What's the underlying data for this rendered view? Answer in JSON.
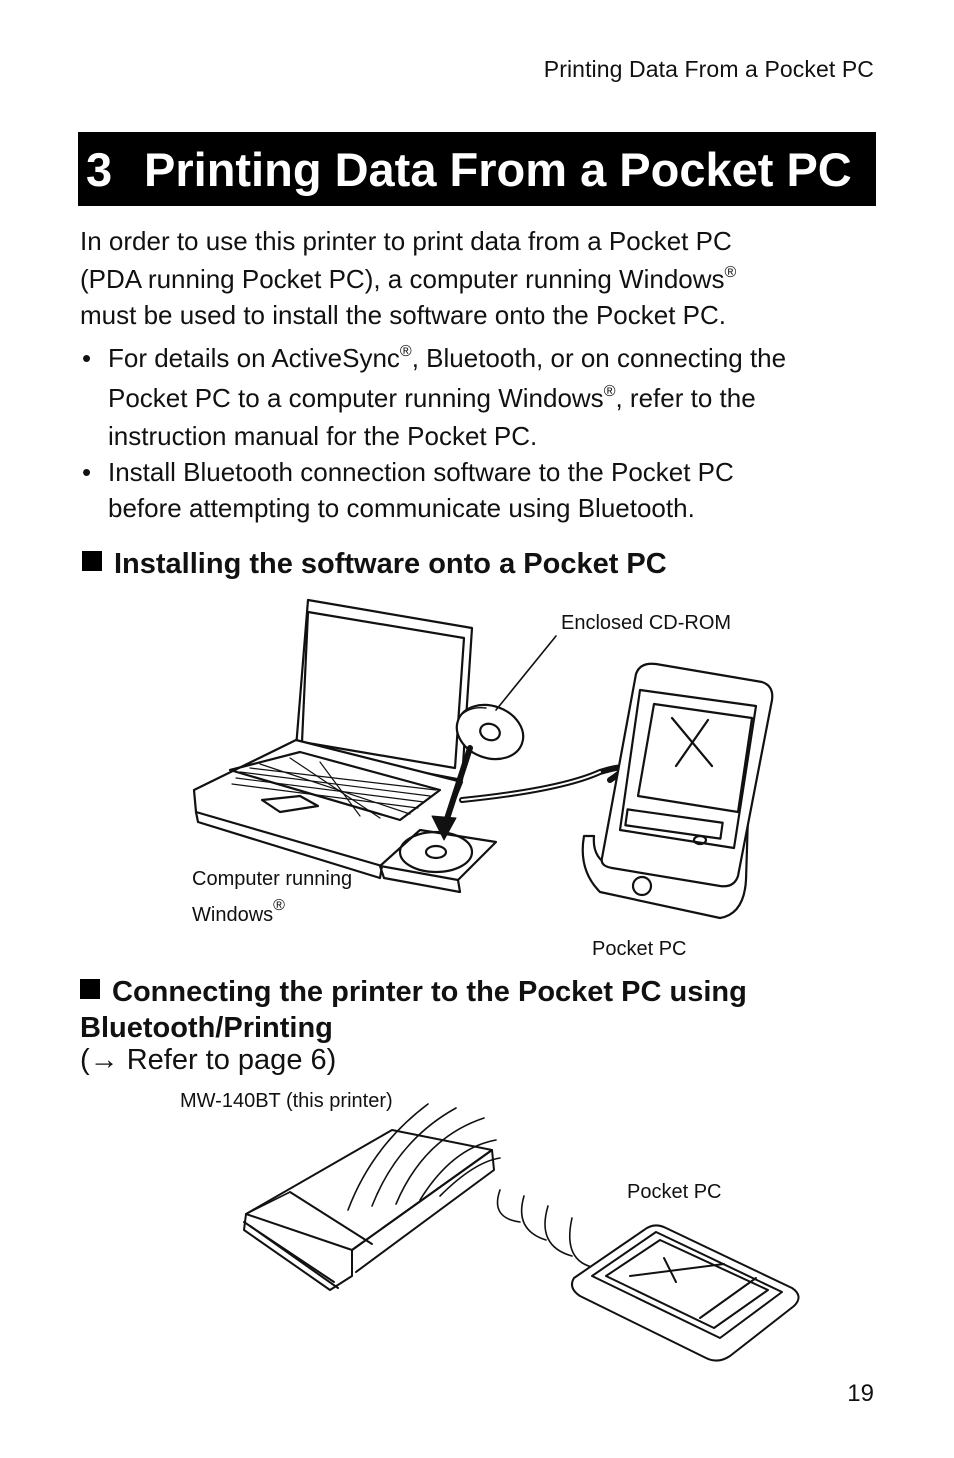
{
  "running_header": "Printing Data From a Pocket PC",
  "title": {
    "number": "3",
    "text": "Printing Data From a Pocket PC"
  },
  "intro": {
    "line1": "In order to use this printer to print data from a Pocket PC",
    "line2": "(PDA running Pocket PC), a computer running Windows",
    "line3": "must be used to install the software onto the Pocket PC."
  },
  "registered_mark": "®",
  "bullet_char": "•",
  "bullets": [
    {
      "part1": "For details on ActiveSync",
      "part2": ", Bluetooth, or on connecting the",
      "part3": "Pocket PC to a computer running Windows",
      "part4": ", refer to the",
      "part5": "instruction manual for the Pocket PC."
    },
    {
      "line1": "Install Bluetooth connection software to the Pocket PC",
      "line2": "before attempting to communicate using Bluetooth."
    }
  ],
  "section1": {
    "heading": "Installing the software onto a Pocket PC",
    "labels": {
      "cdrom": "Enclosed CD-ROM",
      "computer_line1": "Computer running",
      "computer_line2": "Windows",
      "pocket_pc": "Pocket PC"
    }
  },
  "section2": {
    "heading_line1": "Connecting the printer to the Pocket PC using",
    "heading_line2": "Bluetooth/Printing",
    "reference": "(→ Refer to page 6)",
    "labels": {
      "printer": "MW-140BT (this printer)",
      "pocket_pc": "Pocket PC"
    }
  },
  "page_number": "19"
}
